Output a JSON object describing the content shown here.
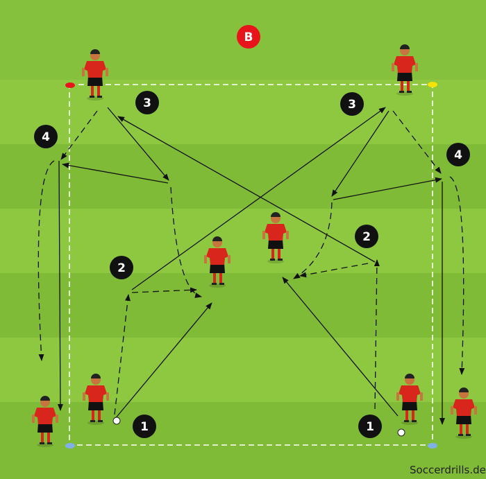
{
  "diagram": {
    "goal_marker": "B",
    "step_labels": [
      "1",
      "1",
      "2",
      "2",
      "3",
      "3",
      "4",
      "4"
    ],
    "watermark": "Soccerdrills.de",
    "colors": {
      "grass_light": "#8cc63f",
      "grass_dark": "#7db637",
      "shirt": "#d8261c",
      "marker_b": "#e8141b"
    }
  }
}
